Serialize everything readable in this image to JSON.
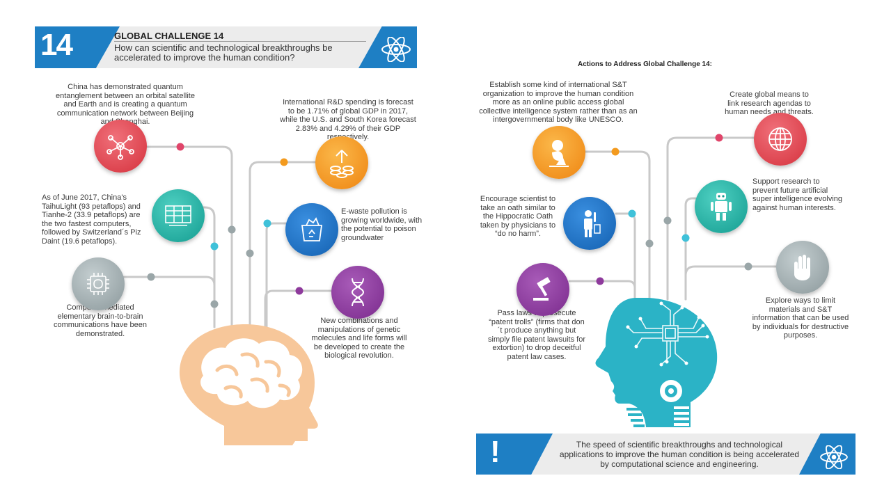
{
  "header": {
    "number": "14",
    "title": "GLOBAL CHALLENGE 14",
    "question": "How can scientific and technological breakthroughs be accelerated to improve the human condition?",
    "icon": "atom-icon"
  },
  "left_facts": {
    "quantum": "China has demonstrated quantum entanglement between an orbital satellite and Earth and is creating a quantum communication network between Beijing and Shanghai.",
    "rd_spending": "International R&D spending is forecast to be 1.71% of global GDP in 2017, while the U.S. and South Korea forecast 2.83% and 4.29% of their GDP respectively.",
    "supercomputers": "As of June 2017, China's TaihuLight (93 petaflops) and Tianhe-2 (33.9 petaflops) are the two fastest computers, followed by Switzerland´s Piz Daint (19.6 petaflops).",
    "ewaste": "E-waste pollution is growing worldwide, with the potential to poison groundwater",
    "brain": "Computer-mediated elementary brain-to-brain communications have been demonstrated.",
    "genetics": "New combinations and manipulations of genetic molecules and life forms will be developed to create the biological revolution."
  },
  "actions": {
    "title": "Actions to Address Global Challenge 14:",
    "organization": "Establish some kind of international S&T organization to improve the human condition more as an online public access global collective intelligence system rather than as an intergovernmental body like UNESCO.",
    "agendas": "Create global means to link research agendas to human needs and threats.",
    "oath": "Encourage scientist to take an oath similar to the Hippocratic Oath taken by physicians to “do no harm”.",
    "ai_research": "Support research to prevent future artificial super intelligence evolving against human interests.",
    "patent_laws": "Pass laws to prosecute “patent trolls” (firms that don´t produce anything but simply file patent lawsuits for extortion) to drop deceitful patent law cases.",
    "limit_materials": "Explore ways to limit materials and S&T information that can be used by individuals for destructive purposes."
  },
  "banner": {
    "symbol": "!",
    "text": "The speed of scientific breakthroughs and technological applications to improve the human condition is being accelerated by computational science and engineering.",
    "icon": "atom-icon"
  },
  "colors": {
    "blue": "#1e7fc4",
    "red": "#e0454f",
    "teal": "#1fb3a6",
    "grey": "#9aa6a8",
    "orange": "#f39a1e",
    "navy": "#1b6ab8",
    "purple": "#8e3a9c",
    "brain": "#f7c79a",
    "robot": "#2bb3c6",
    "line": "#c8c8c8"
  }
}
